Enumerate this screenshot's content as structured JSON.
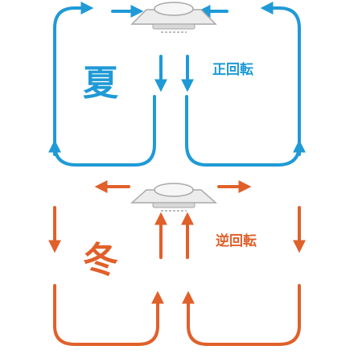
{
  "colors": {
    "summer": "#1f9ad6",
    "winter": "#e0602a",
    "fan_body": "#e3e3e3",
    "fan_outline": "#a8a8a8"
  },
  "summer": {
    "season_label": "夏",
    "rotation_label": "正回転"
  },
  "winter": {
    "season_label": "冬",
    "rotation_label": "逆回転"
  },
  "icons": [
    "ceiling-fan-icon",
    "airflow-arrow-icon"
  ]
}
